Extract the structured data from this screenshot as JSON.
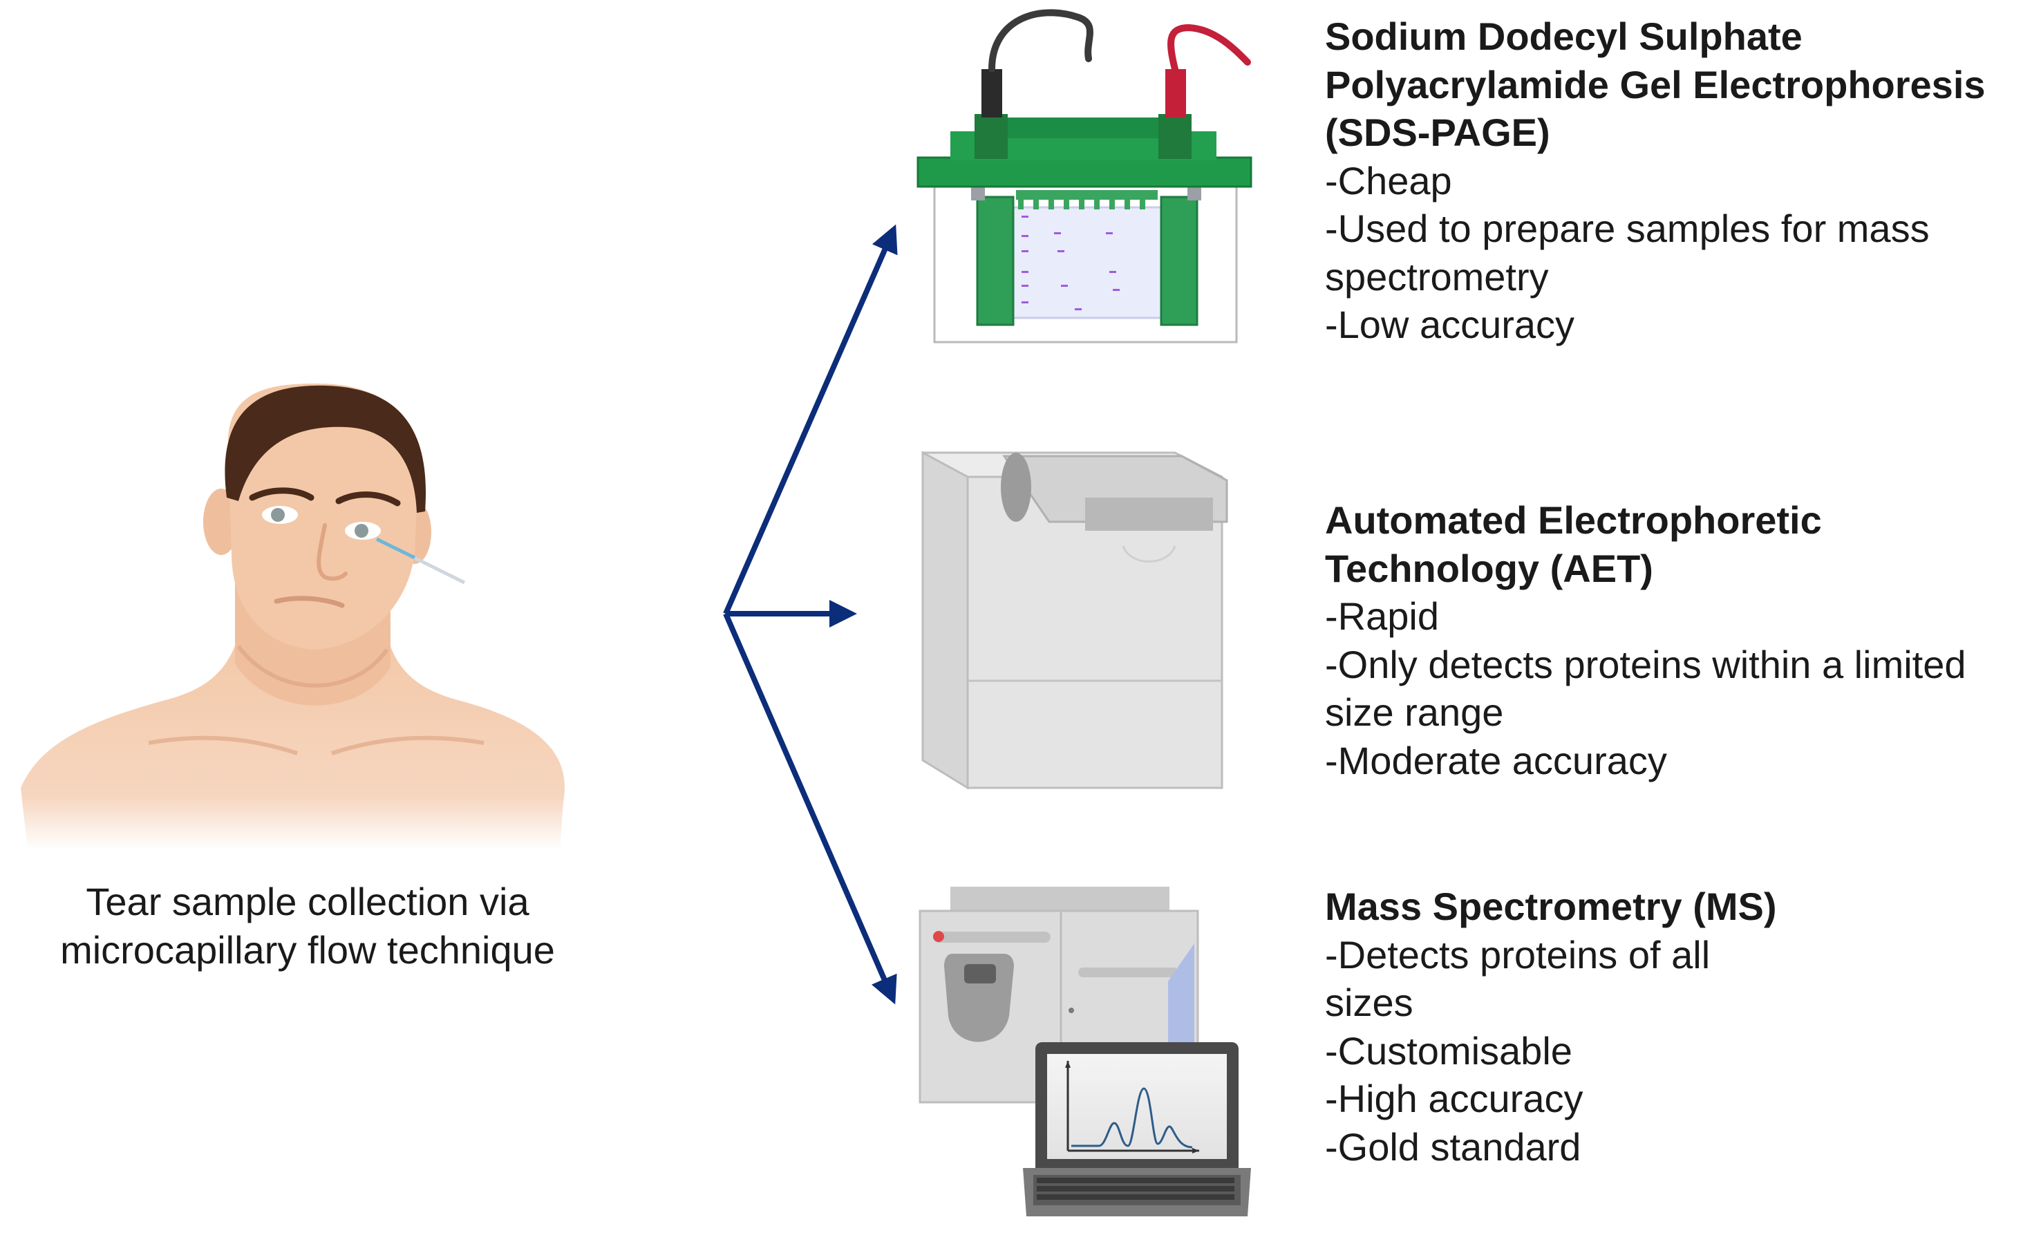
{
  "collection": {
    "caption_lines": [
      "Tear sample collection via",
      "microcapillary flow technique"
    ]
  },
  "methods": [
    {
      "id": "sds-page",
      "title_lines": [
        "Sodium Dodecyl Sulphate",
        "Polyacrylamide Gel Electrophoresis",
        "(SDS-PAGE)"
      ],
      "points": [
        "-Cheap",
        "-Used to prepare samples for mass",
        "spectrometry",
        "-Low accuracy"
      ]
    },
    {
      "id": "aet",
      "title_lines": [
        "Automated Electrophoretic",
        "Technology (AET)"
      ],
      "points": [
        "-Rapid",
        "-Only detects proteins within a limited",
        "size range",
        "-Moderate accuracy"
      ]
    },
    {
      "id": "ms",
      "title_lines": [
        "Mass Spectrometry (MS)"
      ],
      "points": [
        "-Detects proteins of all",
        "sizes",
        "-Customisable",
        "-High accuracy",
        "-Gold standard"
      ]
    }
  ],
  "colors": {
    "arrow": "#0b2d7a",
    "skin": "#f3c8a8",
    "hair": "#4a2a1a",
    "gel_green": "#1f9a4a",
    "instrument_gray": "#d9d9d9"
  },
  "icons": [
    "face-illustration",
    "sds-page-apparatus-icon",
    "aet-instrument-icon",
    "mass-spectrometer-icon",
    "laptop-spectrum-icon"
  ]
}
